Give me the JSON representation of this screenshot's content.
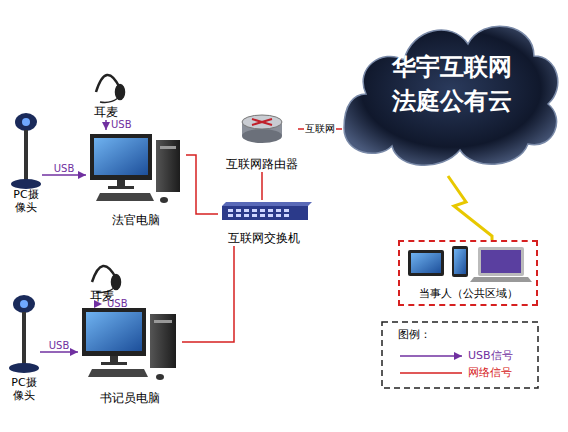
{
  "diagram": {
    "nodes": [
      {
        "text": [
          "耳麦"
        ]
      },
      {
        "text": [
          "PC摄像头"
        ]
      },
      {
        "text": [
          "法官电脑"
        ]
      },
      {
        "text": [
          "互联网路由器"
        ]
      },
      {
        "text": [
          "华宇互联网 法庭公有云"
        ]
      },
      {
        "text": [
          "互联网交换机"
        ]
      },
      {
        "text": [
          "耳麦"
        ]
      },
      {
        "text": [
          "PC摄像头"
        ]
      },
      {
        "text": [
          "书记员电脑"
        ]
      },
      {
        "text": [
          "当事人（公共区域）"
        ]
      }
    ],
    "edges": [
      {
        "from": 0,
        "to": 2,
        "arrow": "to",
        "label": "USB"
      },
      {
        "from": 1,
        "to": 2,
        "arrow": "to",
        "label": "USB"
      },
      {
        "from": 2,
        "to": 5,
        "arrow": "none"
      },
      {
        "from": 3,
        "to": 5,
        "arrow": "none"
      },
      {
        "from": 3,
        "to": 4,
        "arrow": "none",
        "label": "互联网"
      },
      {
        "from": 4,
        "to": 9,
        "arrow": "none"
      },
      {
        "from": 6,
        "to": 8,
        "arrow": "to",
        "label": "USB"
      },
      {
        "from": 7,
        "to": 8,
        "arrow": "to",
        "label": "USB"
      },
      {
        "from": 8,
        "to": 5,
        "arrow": "none"
      }
    ],
    "labels": [
      "图例："
    ],
    "legend": [
      {
        "text": "USB信号"
      },
      {
        "text": "网络信号"
      }
    ]
  }
}
